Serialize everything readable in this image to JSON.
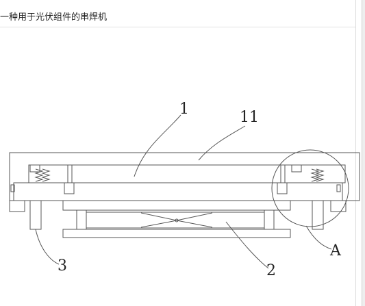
{
  "document": {
    "title": "一种用于光伏组件的串焊机"
  },
  "figure": {
    "labels": {
      "frame": "1",
      "top_plate": "11",
      "lift": "2",
      "leg": "3",
      "detail": "A"
    },
    "colors": {
      "line": "#555555",
      "text": "#222222",
      "background": "#ffffff"
    }
  }
}
